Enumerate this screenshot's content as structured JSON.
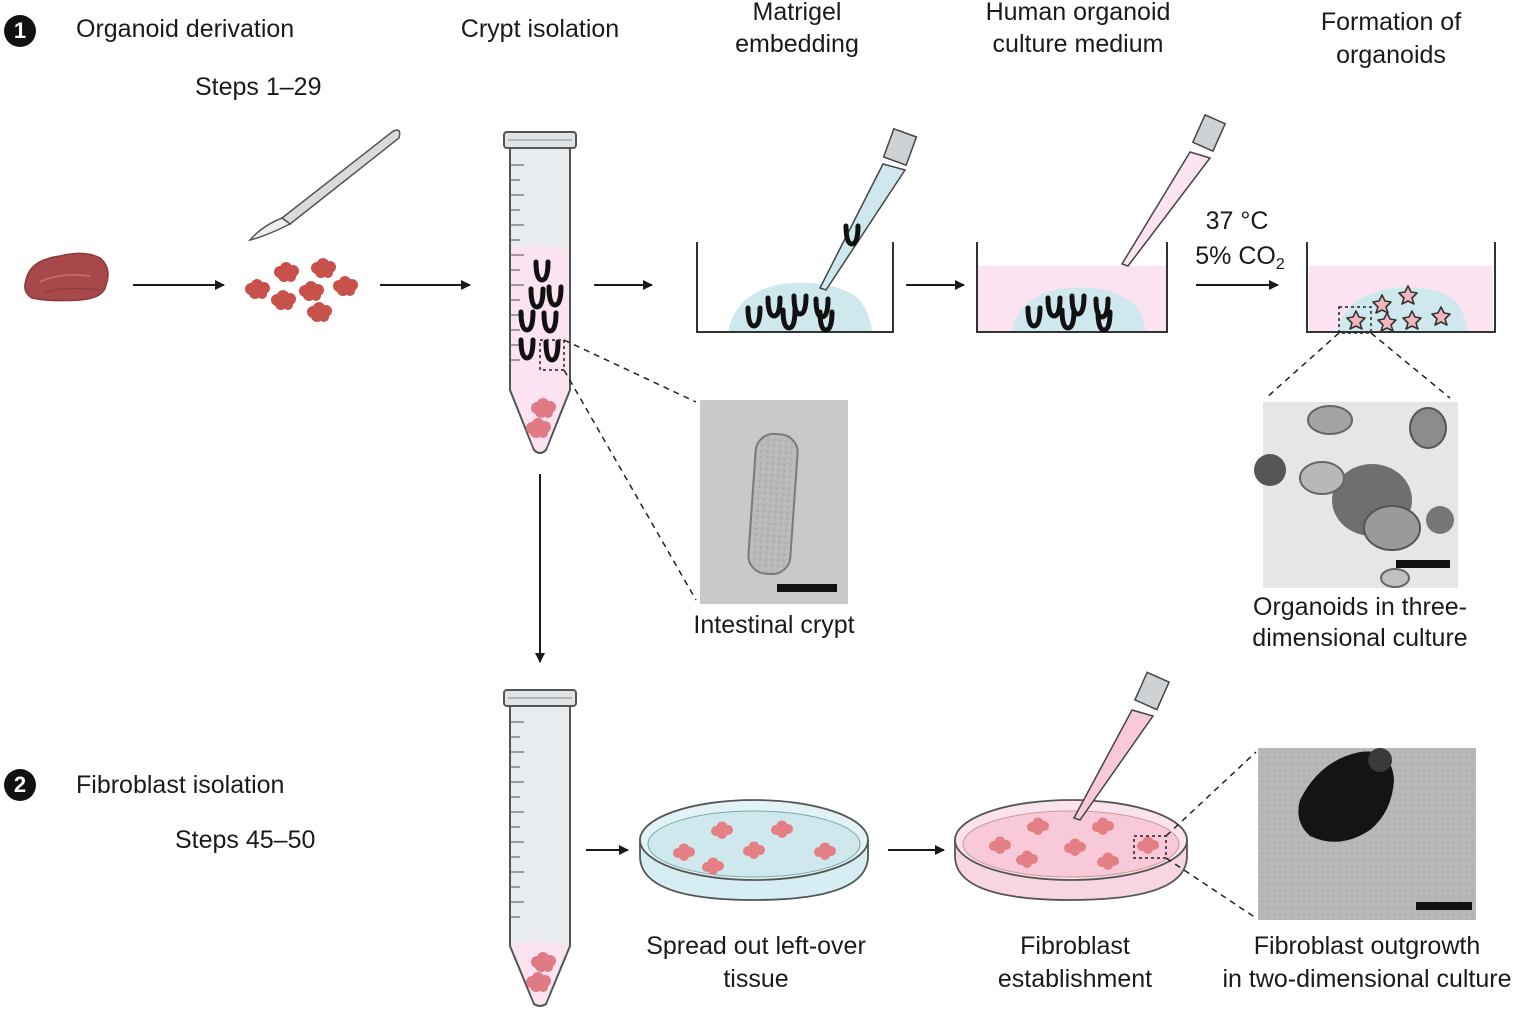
{
  "section1": {
    "number": "1",
    "title": "Organoid derivation",
    "steps": "Steps 1–29",
    "stages": {
      "crypt_isolation": "Crypt isolation",
      "matrigel_line1": "Matrigel",
      "matrigel_line2": "embedding",
      "medium_line1": "Human organoid",
      "medium_line2": "culture medium",
      "formation_line1": "Formation of",
      "formation_line2": "organoids"
    },
    "conditions": {
      "temperature": "37 °C",
      "co2_prefix": "5% CO",
      "co2_sub": "2"
    },
    "captions": {
      "crypt": "Intestinal crypt",
      "organoids_line1": "Organoids in three-",
      "organoids_line2": "dimensional culture"
    }
  },
  "section2": {
    "number": "2",
    "title": "Fibroblast isolation",
    "steps": "Steps 45–50",
    "captions": {
      "spread_line1": "Spread out left-over",
      "spread_line2": "tissue",
      "establish_line1": "Fibroblast",
      "establish_line2": "establishment",
      "outgrowth_line1": "Fibroblast outgrowth",
      "outgrowth_line2": "in two-dimensional culture"
    }
  },
  "colors": {
    "tissue": "#a8484a",
    "fragment": "#c9514b",
    "medium_pink": "#fbe3f1",
    "matrigel_blue": "#cfe8ee",
    "tube_fill": "#e9ecef",
    "dish_blue": "#d6edf3",
    "dish_pink": "#f7d6e2",
    "organoid": "#f4b6bd"
  }
}
